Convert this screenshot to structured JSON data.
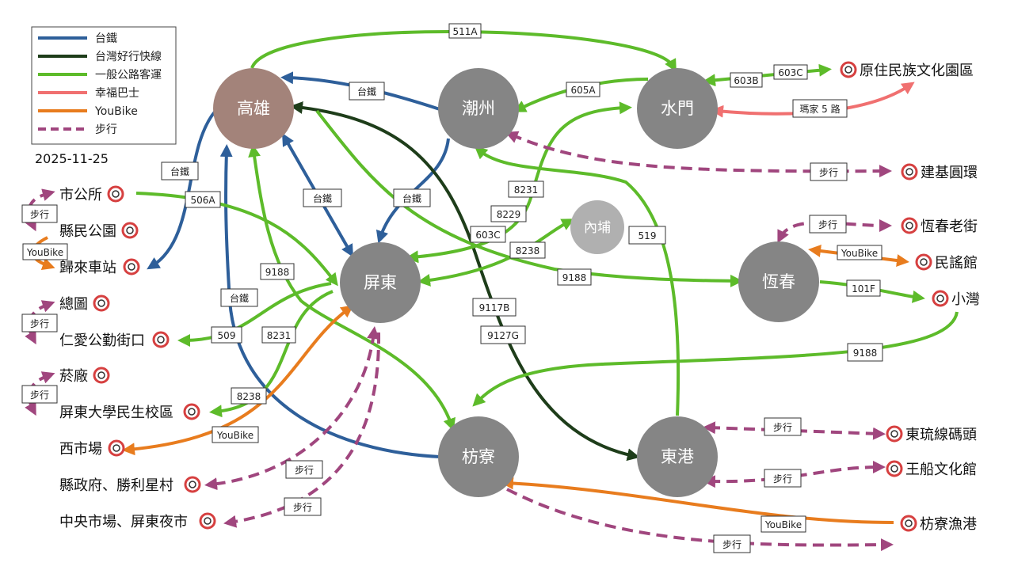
{
  "date": "2025-11-25",
  "legend": {
    "items": [
      {
        "key": "rail",
        "label": "台鐵",
        "color": "#2e5f9a",
        "dashed": false
      },
      {
        "key": "express",
        "label": "台灣好行快線",
        "color": "#1e3d1a",
        "dashed": false
      },
      {
        "key": "bus",
        "label": "一般公路客運",
        "color": "#5dbb2a",
        "dashed": false
      },
      {
        "key": "happy",
        "label": "幸福巴士",
        "color": "#f07070",
        "dashed": false
      },
      {
        "key": "youbike",
        "label": "YouBike",
        "color": "#e87c1e",
        "dashed": false
      },
      {
        "key": "walk",
        "label": "步行",
        "color": "#a0467e",
        "dashed": true
      }
    ]
  },
  "nodes": {
    "kaohsiung": {
      "label": "高雄",
      "color": "#a3837a"
    },
    "chaozhou": {
      "label": "潮州",
      "color": "#858585"
    },
    "shuimen": {
      "label": "水門",
      "color": "#858585"
    },
    "pingtung": {
      "label": "屏東",
      "color": "#858585"
    },
    "neipu": {
      "label": "內埔",
      "color": "#b0b0b0"
    },
    "hengchun": {
      "label": "恆春",
      "color": "#858585"
    },
    "fangliao": {
      "label": "枋寮",
      "color": "#858585"
    },
    "donggang": {
      "label": "東港",
      "color": "#858585"
    }
  },
  "destinations": {
    "city_hall": "市公所",
    "county_park": "縣民公園",
    "guilai": "歸來車站",
    "zongtu": "總圖",
    "renai": "仁愛公勤街口",
    "tobacco": "菸廠",
    "npust": "屏東大學民生校區",
    "west_market": "西市場",
    "county_gov": "縣政府、勝利星村",
    "central_market": "中央市場、屏東夜市",
    "indigenous": "原住民族文化園區",
    "jianji": "建基圓環",
    "old_street": "恆春老街",
    "folk_song": "民謠館",
    "xiaowan": "小灣",
    "liuqiu": "東琉線碼頭",
    "wangchuan": "王船文化館",
    "fangliao_port": "枋寮漁港"
  },
  "labels": {
    "r511a": "511A",
    "r603b": "603B",
    "r603c_a": "603C",
    "r605a": "605A",
    "rail1": "台鐵",
    "rail2": "台鐵",
    "rail3": "台鐵",
    "rail4": "台鐵",
    "rail5": "台鐵",
    "mazhi": "瑪家 5 路",
    "walk_jianji": "步行",
    "r506a": "506A",
    "r8231a": "8231",
    "r8229": "8229",
    "r603c_b": "603C",
    "r8238a": "8238",
    "r519": "519",
    "r9188a": "9188",
    "r9188b": "9188",
    "r9188c": "9188",
    "r9117b": "9117B",
    "r9127g": "9127G",
    "r101f": "101F",
    "r509": "509",
    "r8231b": "8231",
    "r8238b": "8238",
    "youbike_a": "YouBike",
    "youbike_b": "YouBike",
    "youbike_c": "YouBike",
    "youbike_d": "YouBike",
    "walk_a": "步行",
    "walk_b": "步行",
    "walk_c": "步行",
    "walk_d": "步行",
    "walk_e": "步行",
    "walk_f": "步行",
    "walk_g": "步行",
    "walk_h": "步行",
    "walk_i": "步行"
  }
}
